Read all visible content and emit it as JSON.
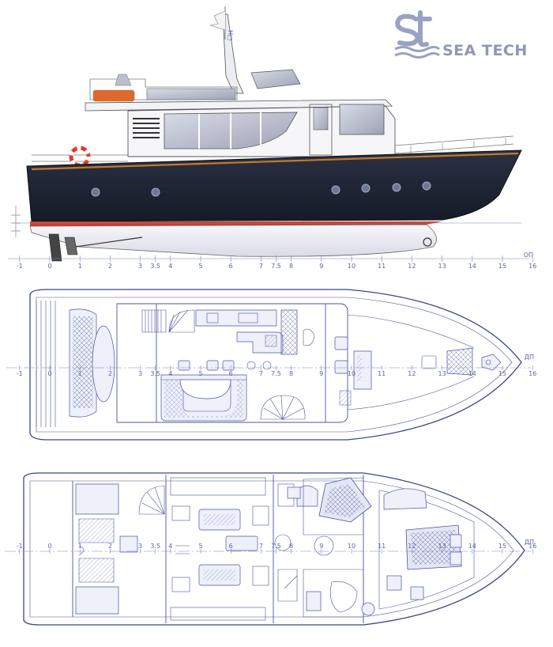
{
  "brand": {
    "name": "SEA TECH",
    "monogram": "St"
  },
  "stations": {
    "values": [
      -1,
      0,
      1,
      2,
      3,
      3.5,
      4,
      5,
      6,
      7,
      7.5,
      8,
      9,
      10,
      11,
      12,
      13,
      14,
      15,
      16
    ],
    "top_ref": "ОП",
    "deck_ref": "ДП",
    "lower_ref": "ДП"
  },
  "mast_label": "H□",
  "colors": {
    "hull": "#1f2534",
    "boottop": "#d43a2a",
    "accent": "#c47a2a",
    "line": "#4a55a0"
  }
}
